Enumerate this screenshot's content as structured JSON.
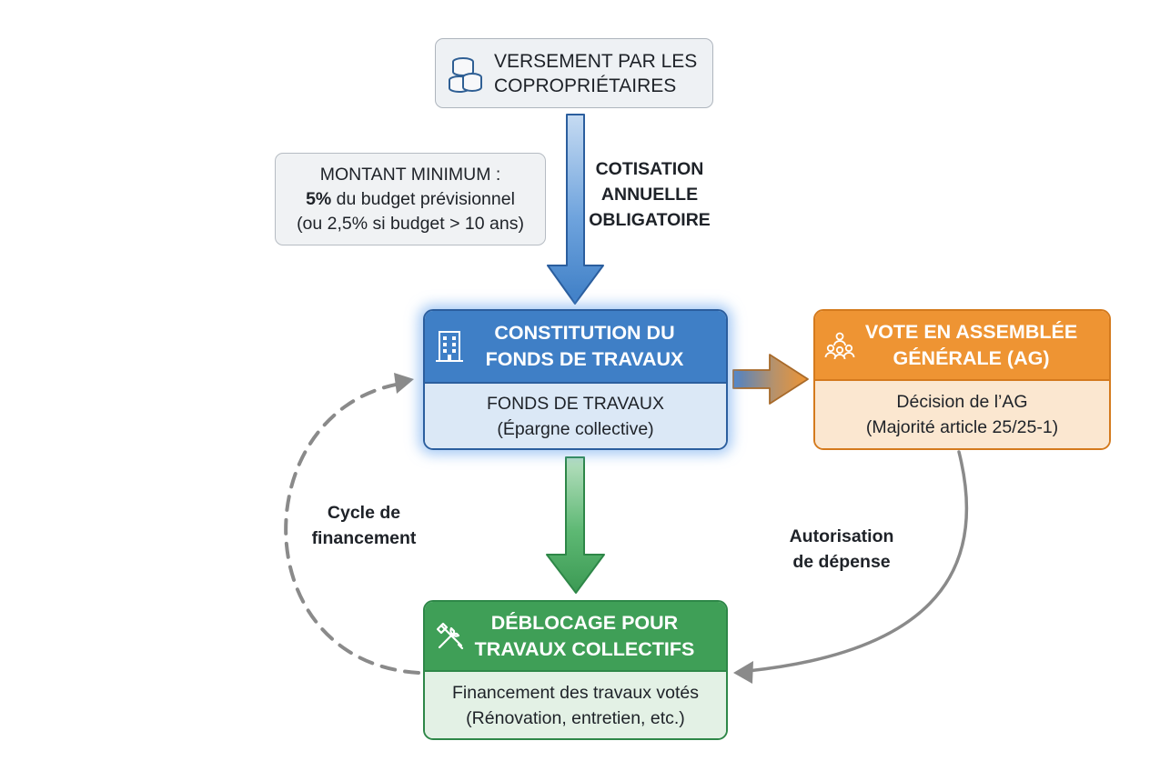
{
  "top_box": {
    "line1": "VERSEMENT PAR LES",
    "line2": "COPROPRIÉTAIRES",
    "icon": "coins-icon"
  },
  "note": {
    "line1": "MONTANT MINIMUM :",
    "line2_bold": "5%",
    "line2_rest": " du budget prévisionnel",
    "line3": "(ou 2,5% si budget > 10 ans)"
  },
  "cotisation": {
    "line1": "COTISATION",
    "line2": "ANNUELLE",
    "line3": "OBLIGATOIRE"
  },
  "fonds": {
    "title1": "CONSTITUTION DU",
    "title2": "FONDS DE TRAVAUX",
    "body1": "FONDS DE TRAVAUX",
    "body2": "(Épargne collective)",
    "icon": "building-icon"
  },
  "vote": {
    "title1": "VOTE EN ASSEMBLÉE",
    "title2": "GÉNÉRALE (AG)",
    "body1": "Décision de l’AG",
    "body2": "(Majorité article 25/25-1)",
    "icon": "people-icon"
  },
  "deblocage": {
    "title1": "DÉBLOCAGE POUR",
    "title2": "TRAVAUX COLLECTIFS",
    "body1": "Financement des travaux votés",
    "body2": "(Rénovation, entretien, etc.)",
    "icon": "tools-icon"
  },
  "cycle": {
    "line1": "Cycle de",
    "line2": "financement"
  },
  "autorisation": {
    "line1": "Autorisation",
    "line2": "de dépense"
  },
  "colors": {
    "blue": "#3f7fc6",
    "orange": "#ee9433",
    "green": "#3f9f57",
    "gray": "#8a8a8a"
  }
}
